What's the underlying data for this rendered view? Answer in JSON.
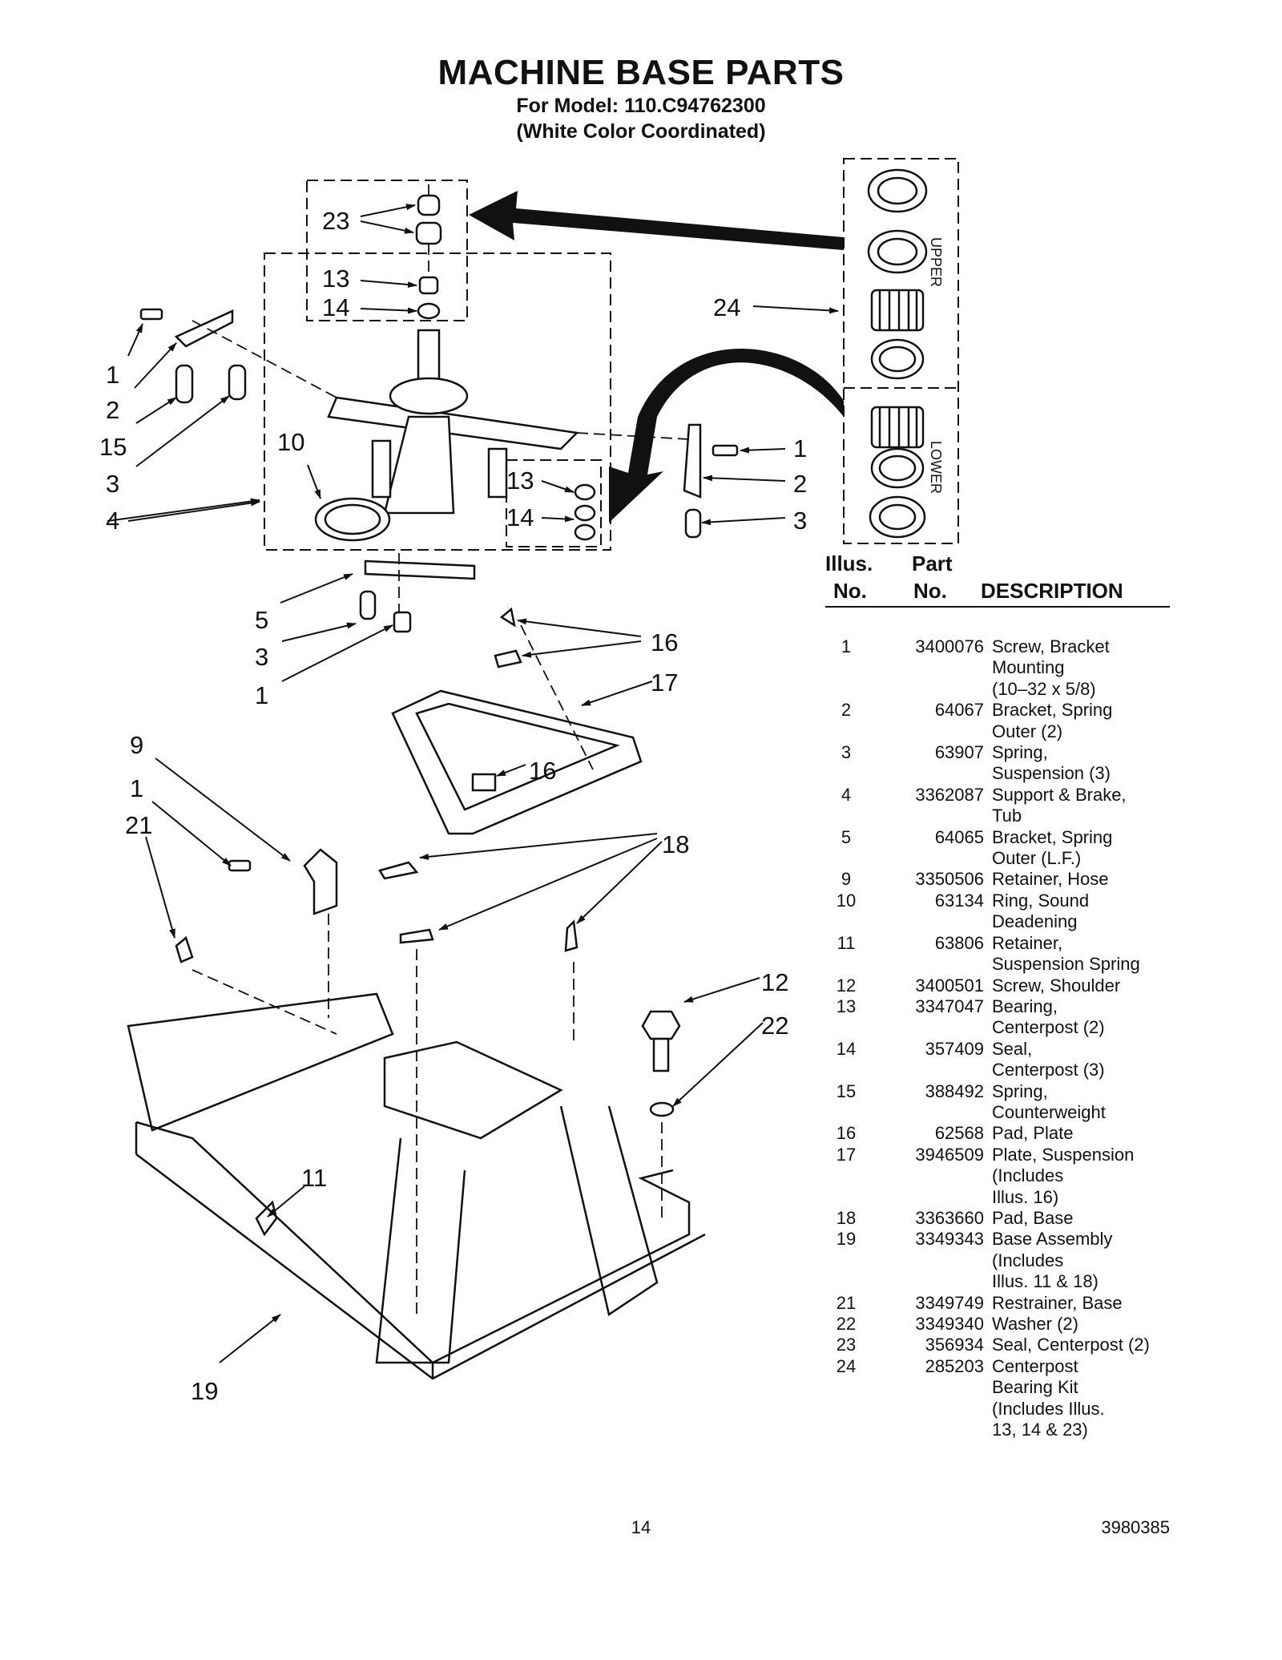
{
  "header": {
    "title": "MACHINE BASE PARTS",
    "model": "For Model: 110.C94762300",
    "color": "(White Color Coordinated)"
  },
  "diagram": {
    "callouts": [
      "23",
      "13",
      "14",
      "24",
      "1",
      "2",
      "15",
      "3",
      "4",
      "10",
      "13",
      "14",
      "1",
      "2",
      "3",
      "5",
      "3",
      "1",
      "16",
      "17",
      "16",
      "9",
      "1",
      "21",
      "18",
      "12",
      "22",
      "11",
      "19"
    ],
    "kit_labels": {
      "upper": "UPPER",
      "lower": "LOWER"
    }
  },
  "table": {
    "headers": {
      "illus_1": "Illus.",
      "illus_2": "No.",
      "part_1": "Part",
      "part_2": "No.",
      "description": "DESCRIPTION"
    },
    "rows": [
      {
        "illus": "1",
        "part": "3400076",
        "desc": "Screw, Bracket\nMounting\n(10–32 x 5/8)"
      },
      {
        "illus": "2",
        "part": "64067",
        "desc": "Bracket, Spring\nOuter (2)"
      },
      {
        "illus": "3",
        "part": "63907",
        "desc": "Spring,\nSuspension (3)"
      },
      {
        "illus": "4",
        "part": "3362087",
        "desc": "Support & Brake,\nTub"
      },
      {
        "illus": "5",
        "part": "64065",
        "desc": "Bracket, Spring\nOuter (L.F.)"
      },
      {
        "illus": "9",
        "part": "3350506",
        "desc": "Retainer, Hose"
      },
      {
        "illus": "10",
        "part": "63134",
        "desc": "Ring, Sound\nDeadening"
      },
      {
        "illus": "11",
        "part": "63806",
        "desc": "Retainer,\nSuspension Spring"
      },
      {
        "illus": "12",
        "part": "3400501",
        "desc": "Screw, Shoulder"
      },
      {
        "illus": "13",
        "part": "3347047",
        "desc": "Bearing,\nCenterpost (2)"
      },
      {
        "illus": "14",
        "part": "357409",
        "desc": "Seal,\nCenterpost (3)"
      },
      {
        "illus": "15",
        "part": "388492",
        "desc": "Spring,\nCounterweight"
      },
      {
        "illus": "16",
        "part": "62568",
        "desc": "Pad, Plate"
      },
      {
        "illus": "17",
        "part": "3946509",
        "desc": "Plate, Suspension\n(Includes\n Illus. 16)"
      },
      {
        "illus": "18",
        "part": "3363660",
        "desc": "Pad, Base"
      },
      {
        "illus": "19",
        "part": "3349343",
        "desc": "Base Assembly\n(Includes\n Illus. 11 & 18)"
      },
      {
        "illus": "21",
        "part": "3349749",
        "desc": "Restrainer, Base"
      },
      {
        "illus": "22",
        "part": "3349340",
        "desc": "Washer (2)"
      },
      {
        "illus": "23",
        "part": "356934",
        "desc": "Seal, Centerpost (2)"
      },
      {
        "illus": "24",
        "part": "285203",
        "desc": "Centerpost\nBearing Kit\n(Includes Illus.\n13, 14 & 23)"
      }
    ]
  },
  "footer": {
    "page": "14",
    "doc_number": "3980385"
  }
}
